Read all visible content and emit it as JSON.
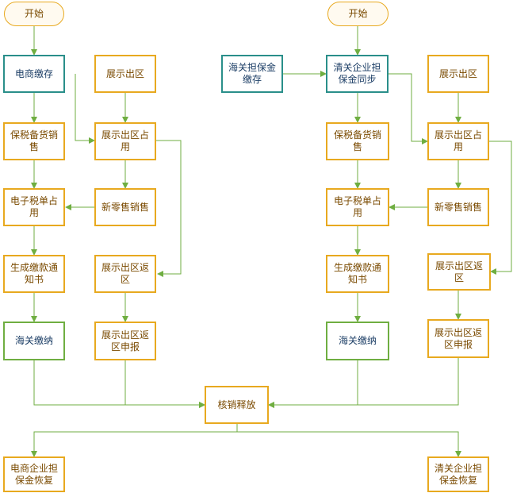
{
  "nodes": {
    "start_left": "开始",
    "start_right": "开始",
    "ecom_deposit": "电商缴存",
    "show_export_l1": "展示出区",
    "customs_guarantee_deposit": "海关担保金缴存",
    "clearance_guarantee_sync": "清关企业担保金同步",
    "show_export_r1": "展示出区",
    "bonded_stock_sales_l": "保税备货销售",
    "show_export_occupy_l": "展示出区占用",
    "bonded_stock_sales_r": "保税备货销售",
    "show_export_occupy_r": "展示出区占用",
    "etax_occupy_l": "电子税单占用",
    "new_retail_sales_l": "新零售销售",
    "etax_occupy_r": "电子税单占用",
    "new_retail_sales_r": "新零售销售",
    "payment_notice_l": "生成缴款通知书",
    "show_return_l": "展示出区返区",
    "payment_notice_r": "生成缴款通知书",
    "show_return_r": "展示出区返区",
    "customs_payment_l": "海关缴纳",
    "show_return_declare_l": "展示出区返区申报",
    "customs_payment_r": "海关缴纳",
    "show_return_declare_r": "展示出区返区申报",
    "verify_release": "核销释放",
    "ecom_guarantee_restore": "电商企业担保金恢复",
    "clearance_guarantee_restore": "清关企业担保金恢复"
  },
  "colors": {
    "orange_border": "#e8a91f",
    "teal_border": "#2a8f8a",
    "green_border": "#6fae41",
    "connector": "#6fae41"
  }
}
